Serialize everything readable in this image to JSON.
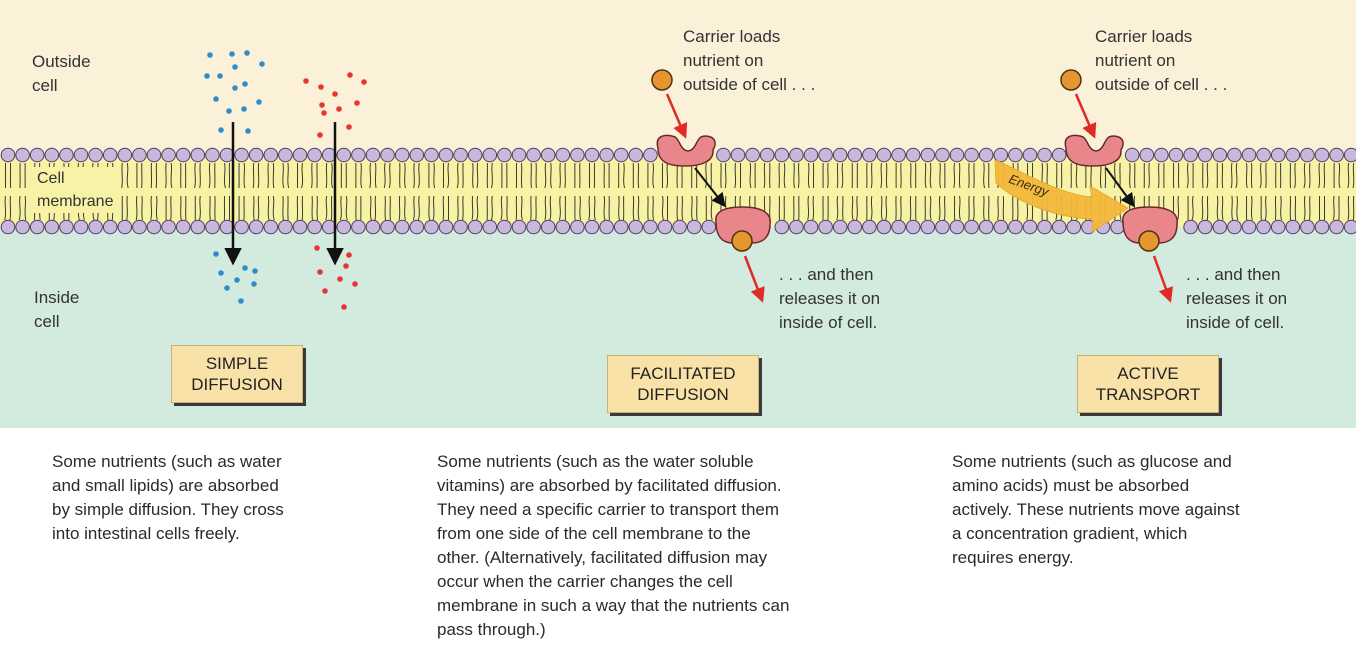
{
  "colors": {
    "outside_bg": "#fbf0d8",
    "inside_bg": "#d3eadf",
    "membrane_core": "#f7f2a6",
    "phospholipid_head": "#c9b8de",
    "blue_molecule": "#2f8ec8",
    "red_molecule": "#e8352f",
    "carrier": "#e9868b",
    "nutrient": "#e6952f",
    "red_arrow": "#e02a24",
    "energy_arrow": "#f3b93a",
    "label_box": "#f9e2a8"
  },
  "regions": {
    "outside_label": "Outside\ncell",
    "membrane_label": "Cell\nmembrane",
    "inside_label": "Inside\ncell"
  },
  "panels": [
    {
      "id": "simple-diffusion",
      "title": "SIMPLE\nDIFFUSION",
      "caption": "Some nutrients (such as water\nand small lipids) are absorbed\nby simple diffusion. They cross\ninto intestinal cells freely."
    },
    {
      "id": "facilitated-diffusion",
      "title": "FACILITATED\nDIFFUSION",
      "load_text": "Carrier loads\nnutrient on\noutside of cell . . .",
      "release_text": ". . . and then\nreleases it on\ninside of cell.",
      "caption": "Some nutrients (such as the water soluble\nvitamins) are absorbed by facilitated diffusion.\nThey need a specific carrier to transport them\nfrom one side of the cell membrane to the\nother. (Alternatively, facilitated diffusion may\noccur when the carrier changes the cell\nmembrane in such a way that the nutrients can\npass through.)"
    },
    {
      "id": "active-transport",
      "title": "ACTIVE\nTRANSPORT",
      "load_text": "Carrier loads\nnutrient on\noutside of cell . . .",
      "release_text": ". . . and then\nreleases it on\ninside of cell.",
      "energy_label": "Energy",
      "caption": "Some nutrients (such as glucose and\namino acids) must be absorbed\nactively. These nutrients move against\na concentration gradient, which\nrequires energy."
    }
  ]
}
